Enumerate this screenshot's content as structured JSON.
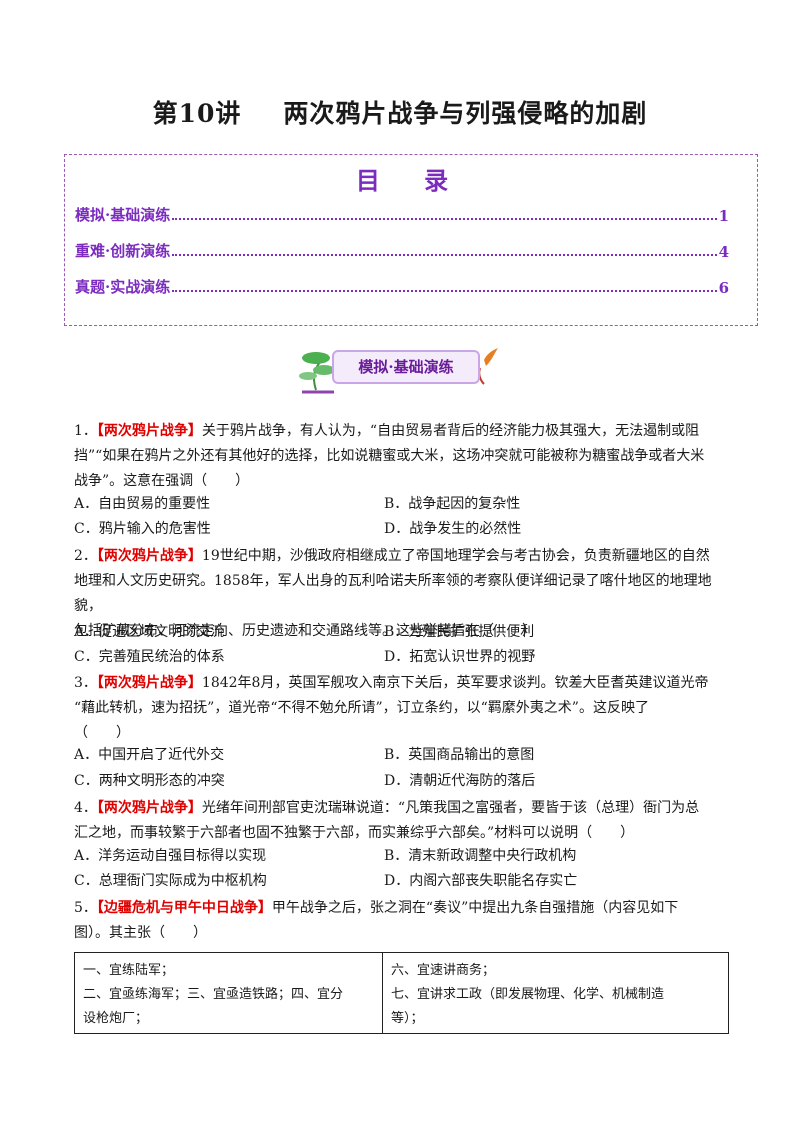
{
  "doc": {
    "title_lecture": "第10讲",
    "title_topic": "两次鸦片战争与列强侵略的加剧"
  },
  "toc": {
    "heading": "目 录",
    "items": [
      {
        "label": "模拟·基础演练",
        "page": "1"
      },
      {
        "label": "重难·创新演练",
        "page": "4"
      },
      {
        "label": "真题·实战演练",
        "page": "6"
      }
    ]
  },
  "section_badge": "模拟·基础演练",
  "questions": [
    {
      "num": "1．",
      "tag": "【两次鸦片战争】",
      "lines": [
        "关于鸦片战争，有人认为，“自由贸易者背后的经济能力极其强大，无法遏制或阻",
        "挡”“如果在鸦片之外还有其他好的选择，比如说糖蜜或大米，这场冲突就可能被称为糖蜜战争或者大米",
        "战争”。这意在强调（　　）"
      ],
      "options": [
        "A．自由贸易的重要性",
        "B．战争起因的复杂性",
        "C．鸦片输入的危害性",
        "D．战争发生的必然性"
      ]
    },
    {
      "num": "2．",
      "tag": "【两次鸦片战争】",
      "lines": [
        "19世纪中期，沙俄政府相继成立了帝国地理学会与考古协会，负责新疆地区的自然",
        "地理和人文历史研究。1858年，军人出身的瓦利哈诺夫所率领的考察队便详细记录了喀什地区的地理地貌，",
        "包括矿藏分布、河流走向、历史遗迹和交通路线等。这些举措旨在（　　）"
      ],
      "options": [
        "A．促进区域文明的交流",
        "B．为殖民扩张提供便利",
        "C．完善殖民统治的体系",
        "D．拓宽认识世界的视野"
      ]
    },
    {
      "num": "3．",
      "tag": "【两次鸦片战争】",
      "lines": [
        "1842年8月，英国军舰攻入南京下关后，英军要求谈判。钦差大臣耆英建议道光帝",
        "“藉此转机，速为招抚”，道光帝“不得不勉允所请”，订立条约，以“羁縻外夷之术”。这反映了",
        "（　　）"
      ],
      "options": [
        "A．中国开启了近代外交",
        "B．英国商品输出的意图",
        "C．两种文明形态的冲突",
        "D．清朝近代海防的落后"
      ]
    },
    {
      "num": "4．",
      "tag": "【两次鸦片战争】",
      "lines": [
        "光绪年间刑部官吏沈瑞琳说道：“凡策我国之富强者，要皆于该（总理）衙门为总",
        "汇之地，而事较繁于六部者也固不独繁于六部，而实兼综乎六部矣。”材料可以说明（　　）"
      ],
      "options": [
        "A．洋务运动自强目标得以实现",
        "B．清末新政调整中央行政机构",
        "C．总理衙门实际成为中枢机构",
        "D．内阁六部丧失职能名存实亡"
      ]
    },
    {
      "num": "5．",
      "tag": "【边疆危机与甲午中日战争】",
      "lines": [
        "甲午战争之后，张之洞在“奏议”中提出九条自强措施（内容见如下",
        "图）。其主张（　　）"
      ]
    }
  ],
  "table": {
    "left": [
      "一、宜练陆军；",
      "二、宜亟练海军；三、宜亟造铁路；四、宜分",
      "设枪炮厂；"
    ],
    "right": [
      "六、宜速讲商务；",
      "七、宜讲求工政（即发展物理、化学、机械制造",
      "等）；"
    ]
  },
  "colors": {
    "accent": "#7b2cbf",
    "tag_red": "#e00000",
    "badge_border": "#c9a7e6"
  }
}
